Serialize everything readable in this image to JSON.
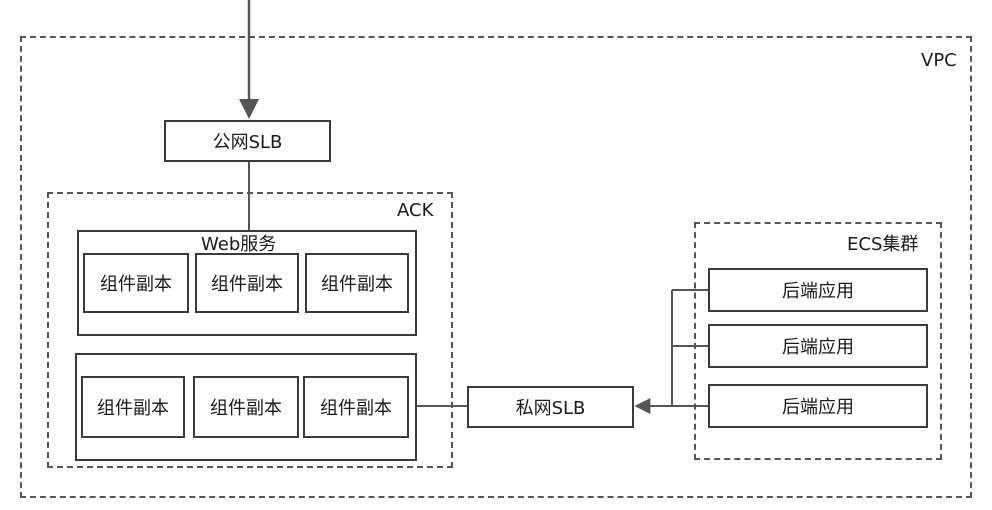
{
  "vpc": {
    "label": "VPC"
  },
  "public_slb": {
    "label": "公网SLB"
  },
  "ack": {
    "label": "ACK"
  },
  "web_service": {
    "label": "Web服务",
    "replicas": [
      "组件副本",
      "组件副本",
      "组件副本"
    ]
  },
  "second_group": {
    "replicas": [
      "组件副本",
      "组件副本",
      "组件副本"
    ]
  },
  "private_slb": {
    "label": "私网SLB"
  },
  "ecs_cluster": {
    "label": "ECS集群",
    "apps": [
      "后端应用",
      "后端应用",
      "后端应用"
    ]
  },
  "colors": {
    "line": "#555555",
    "border": "#3a3a3a",
    "text": "#1a1a1a"
  }
}
